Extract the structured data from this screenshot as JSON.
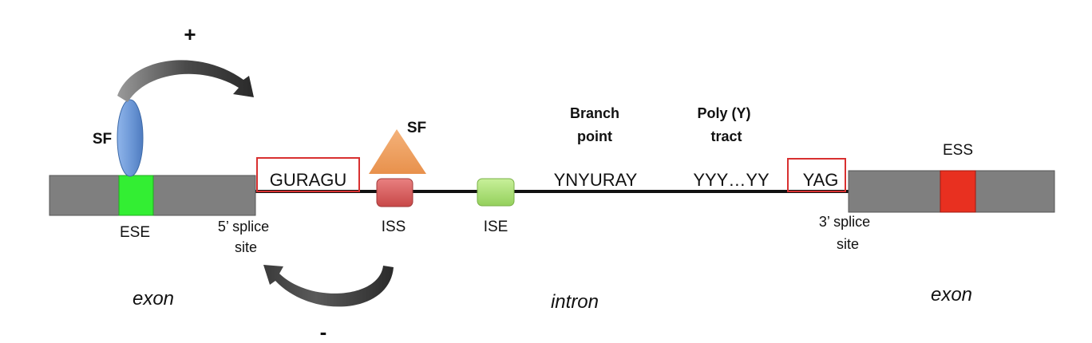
{
  "exon_left": {
    "label": "exon",
    "ese_label": "ESE",
    "sf_label": "SF",
    "plus_sign": "+"
  },
  "splice5": {
    "sequence": "GURAGU",
    "label_line1": "5’ splice",
    "label_line2": "site"
  },
  "intron": {
    "label": "intron",
    "iss_label": "ISS",
    "ise_label": "ISE",
    "sf_label": "SF",
    "minus_sign": "-",
    "branch_label_line1": "Branch",
    "branch_label_line2": "point",
    "branch_sequence": "YNYURAY",
    "poly_label_line1": "Poly (Y)",
    "poly_label_line2": "tract",
    "poly_sequence": "YYY…YY"
  },
  "splice3": {
    "sequence": "YAG",
    "label_line1": "3’ splice",
    "label_line2": "site"
  },
  "exon_right": {
    "label": "exon",
    "ess_label": "ESS"
  },
  "colors": {
    "exon": "#7f7f7f",
    "ese": "#33ee33",
    "sf_oval": "#6f9ad8",
    "sf_triangle": "#f0a060",
    "iss": "#d96060",
    "ise": "#a8e070",
    "ess": "#e83020",
    "highlight_box": "#d83030"
  }
}
